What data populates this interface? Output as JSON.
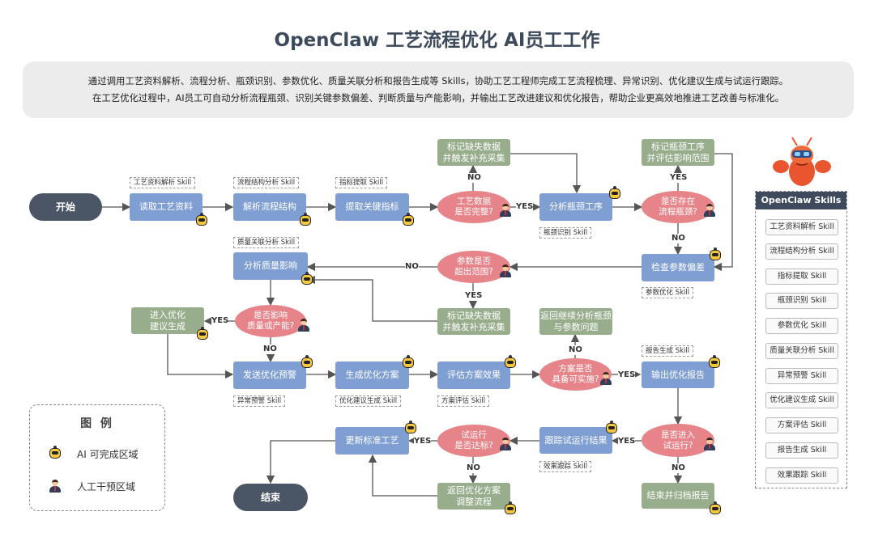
{
  "title": "OpenClaw 工艺流程优化 AI员工工作",
  "intro": {
    "line1": "通过调用工艺资料解析、流程分析、瓶颈识别、参数优化、质量关联分析和报告生成等 Skills，协助工艺工程师完成工艺流程梳理、异常识别、优化建议生成与试运行跟踪。",
    "line2": "在工艺优化过程中，AI员工可自动分析流程瓶颈、识别关键参数偏差、判断质量与产能影响，并输出工艺改进建议和优化报告，帮助企业更高效地推进工艺改善与标准化。"
  },
  "nodes": {
    "start": "开始",
    "read_docs": "读取工艺资料",
    "parse_flow": "解析流程结构",
    "extract_metrics": "提取关键指标",
    "data_complete": "工艺数据\n是否完整?",
    "mark_missing_top": "标记缺失数据\n并触发补充采集",
    "analyze_bottleneck": "分析瓶颈工序",
    "has_bottleneck": "是否存在\n流程瓶颈?",
    "mark_bottleneck": "标记瓶颈工序\n并评估影响范围",
    "check_params": "检查参数偏差",
    "params_out_range": "参数是否\n超出范围?",
    "mark_missing_mid": "标记缺失数据\n并触发补充采集",
    "analyze_quality": "分析质量影响",
    "quality_capacity": "是否影响\n质量或产能?",
    "enter_optimize": "进入优化\n建议生成",
    "issue_warning": "发送优化预警",
    "gen_plan": "生成优化方案",
    "eval_effect": "评估方案效果",
    "plan_feasible": "方案是否\n具备可实施?",
    "return_plan": "返回继续分析瓶颈\n与参数问题",
    "output_report": "输出优化报告",
    "enter_trial": "是否进入\n试运行?",
    "track_trial": "跟踪试运行结果",
    "trial_ok": "试运行\n是否达标?",
    "update_std": "更新标准工艺",
    "return_adjust": "返回优化方案\n调整流程",
    "end_report": "结束并归档报告",
    "end": "结束"
  },
  "skill_tags": {
    "read_docs": "工艺资料解析 Skill",
    "parse_flow": "流程结构分析 Skill",
    "extract_metrics": "指标提取 Skill",
    "analyze_bottleneck": "瓶颈识别 Skill",
    "check_params": "参数优化 Skill",
    "analyze_quality": "质量关联分析 Skill",
    "issue_warning": "异常预警 Skill",
    "gen_plan": "优化建议生成 Skill",
    "eval_effect": "方案评估 Skill",
    "output_report": "报告生成 Skill",
    "track_trial": "效果跟踪 Skill"
  },
  "edge_labels": {
    "yes": "YES",
    "no": "NO"
  },
  "legend": {
    "title": "图 例",
    "ai_label": "AI 可完成区域",
    "human_label": "人工干预区域"
  },
  "skills_panel": {
    "title": "OpenClaw Skills",
    "items": [
      "工艺资料解析 Skill",
      "流程结构分析 Skill",
      "指标提取 Skill",
      "瓶颈识别 Skill",
      "参数优化 Skill",
      "质量关联分析 Skill",
      "异常预警 Skill",
      "优化建议生成 Skill",
      "方案评估 Skill",
      "报告生成 Skill",
      "效果跟踪 Skill"
    ]
  },
  "colors": {
    "process": "#7f9fd3",
    "decision": "#e6848a",
    "action": "#97ad8c",
    "terminal": "#4a5566",
    "line": "#555555"
  }
}
